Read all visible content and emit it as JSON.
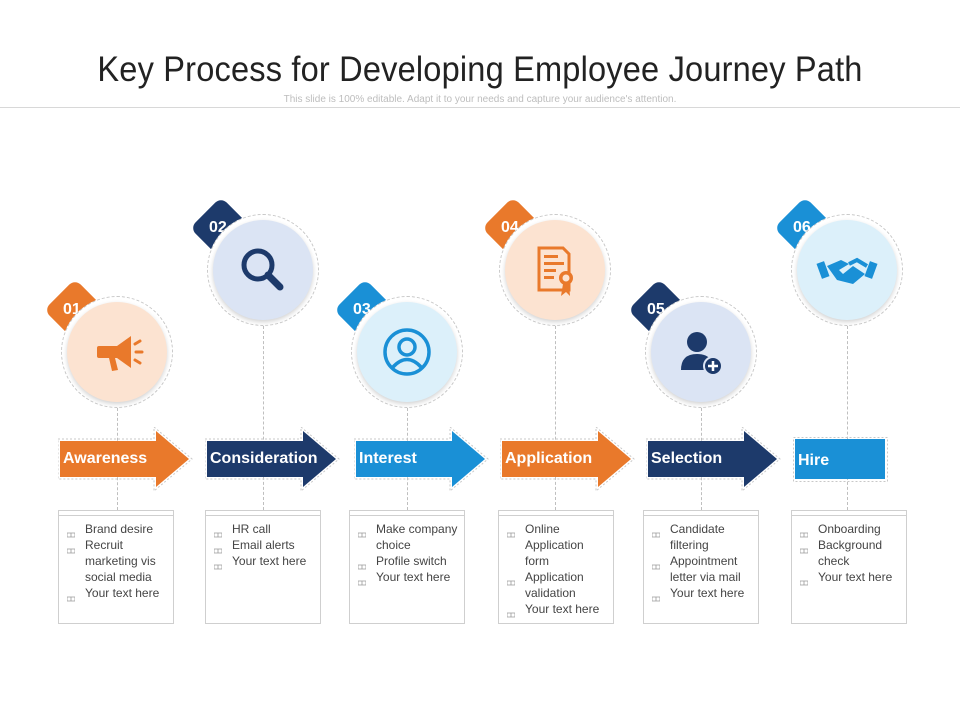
{
  "header": {
    "title": "Key Process for Developing Employee Journey Path",
    "subtitle": "This slide is 100% editable. Adapt it to your needs and capture your audience's attention."
  },
  "colors": {
    "orange": "#e9792b",
    "navy": "#1d3a6b",
    "blue": "#1a90d6",
    "peach_bg": "#fce3d1",
    "lavender_bg": "#dbe4f4",
    "sky_bg": "#dcf0fa"
  },
  "steps": [
    {
      "number": "01",
      "label": "Awareness",
      "icon": "megaphone-icon",
      "bullets": [
        "Brand desire",
        "Recruit marketing vis social media",
        "Your text here"
      ]
    },
    {
      "number": "02",
      "label": "Consideration",
      "icon": "magnifier-icon",
      "bullets": [
        "HR call",
        "Email alerts",
        "Your text here"
      ]
    },
    {
      "number": "03",
      "label": "Interest",
      "icon": "user-circle-icon",
      "bullets": [
        "Make company choice",
        "Profile switch",
        "Your text here"
      ]
    },
    {
      "number": "04",
      "label": "Application",
      "icon": "certificate-icon",
      "bullets": [
        "Online Application form",
        "Application validation",
        "Your text here"
      ]
    },
    {
      "number": "05",
      "label": "Selection",
      "icon": "add-user-icon",
      "bullets": [
        "Candidate filtering",
        "Appointment letter via mail",
        "Your text here"
      ]
    },
    {
      "number": "06",
      "label": "Hire",
      "icon": "handshake-icon",
      "bullets": [
        "Onboarding",
        "Background check",
        "Your text here"
      ]
    }
  ]
}
